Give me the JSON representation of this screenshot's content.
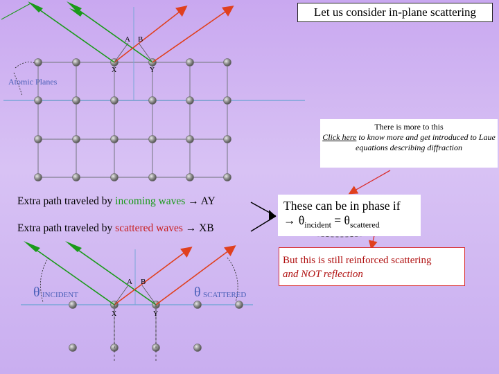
{
  "title": "Let us consider in-plane scattering",
  "labels": {
    "A": "A",
    "B": "B",
    "X": "X",
    "Y": "Y",
    "atomic_planes": "Atomic Planes",
    "theta_incident": "INCIDENT",
    "theta_scattered": "SCATTERED",
    "theta_symbol": "θ"
  },
  "info": {
    "line1": "There is more to this",
    "link": "Click here",
    "rest": " to know more and get introduced to Laue equations describing diffraction"
  },
  "paths": {
    "line1_prefix": "Extra path traveled by ",
    "line1_colored": "incoming waves",
    "line1_suffix": " → AY",
    "line2_prefix": "Extra path traveled by ",
    "line2_colored": "scattered waves",
    "line2_suffix": " → XB"
  },
  "phase": {
    "line1": "These can be in phase if",
    "arrow": "→ ",
    "theta": "θ",
    "sub_incident": "incident",
    "equals": " = ",
    "sub_scattered": "scattered"
  },
  "note": {
    "line1": "But this is still reinforced scattering",
    "line2": "and NOT reflection"
  },
  "colors": {
    "incoming": "#1a9a1a",
    "scattered": "#e0401e",
    "plane_line": "#7aa6d8",
    "grid_line": "#8f8aa0",
    "atom": "#8a8a8a"
  }
}
